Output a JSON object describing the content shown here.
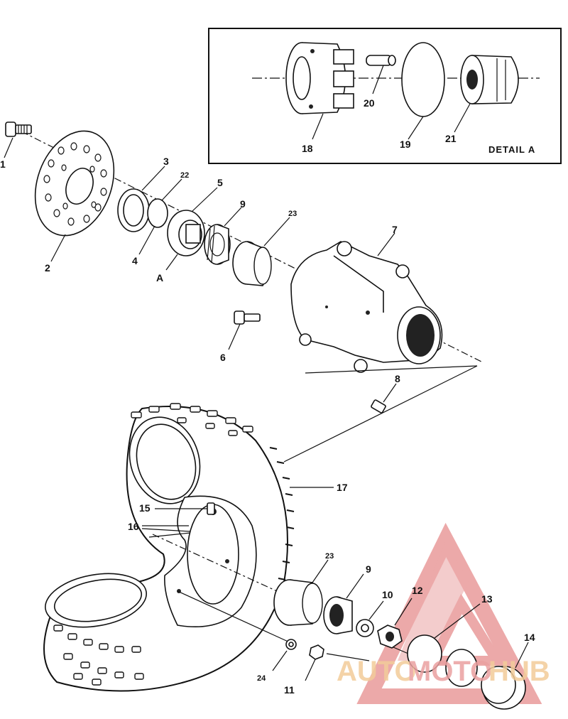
{
  "detail_title": "DETAIL A",
  "callouts": {
    "c1": "1",
    "c2": "2",
    "c3": "3",
    "c4": "4",
    "c5": "5",
    "cA": "A",
    "c6": "6",
    "c7": "7",
    "c8": "8",
    "c9a": "9",
    "c9b": "9",
    "c10": "10",
    "c11": "11",
    "c12": "12",
    "c13": "13",
    "c14": "14",
    "c15": "15",
    "c16": "16",
    "c17": "17",
    "c18": "18",
    "c19": "19",
    "c20": "20",
    "c21": "21",
    "c22": "22",
    "c23a": "23",
    "c23b": "23",
    "c24": "24"
  },
  "watermark": {
    "text_part1": "AUTO",
    "text_part2": "MOTO",
    "text_part3": "HUB",
    "color_primary": "#e8a8a8",
    "color_secondary": "#f3cc9a"
  },
  "colors": {
    "ink": "#111111",
    "paper": "#ffffff",
    "tire_tread": "#333333"
  }
}
